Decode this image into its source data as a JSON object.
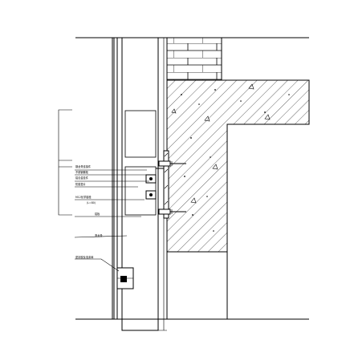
{
  "labels": {
    "l1": "钢龙骨连接件",
    "l2": "不锈钢螺栓",
    "l3": "铝合金挂件",
    "l4": "防腐垫片",
    "l5": "M12化学锚栓",
    "l6": "(L=80)",
    "l7": "铝板",
    "l8": "竖龙骨",
    "l9": "密封胶及泡沫棒"
  }
}
